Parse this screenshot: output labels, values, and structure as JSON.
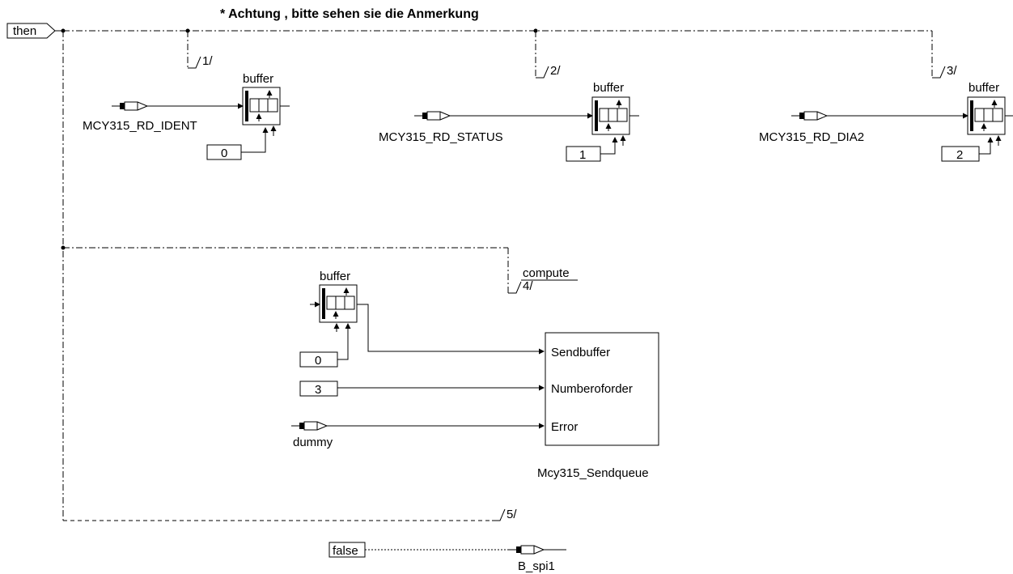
{
  "title_note": "* Achtung , bitte sehen sie die Anmerkung",
  "then_label": "then",
  "branches": [
    {
      "seq": "1/",
      "buffer_label": "buffer",
      "input_name": "MCY315_RD_IDENT",
      "index": "0"
    },
    {
      "seq": "2/",
      "buffer_label": "buffer",
      "input_name": "MCY315_RD_STATUS",
      "index": "1"
    },
    {
      "seq": "3/",
      "buffer_label": "buffer",
      "input_name": "MCY315_RD_DIA2",
      "index": "2"
    }
  ],
  "compute": {
    "label": "compute",
    "seq": "4/",
    "buffer_label": "buffer",
    "buffer_index": "0",
    "number_value": "3",
    "dummy_label": "dummy",
    "block_name": "Mcy315_Sendqueue",
    "ports": [
      "Sendbuffer",
      "Numberoforder",
      "Error"
    ]
  },
  "final_seq": "5/",
  "false_label": "false",
  "output_name": "B_spi1"
}
